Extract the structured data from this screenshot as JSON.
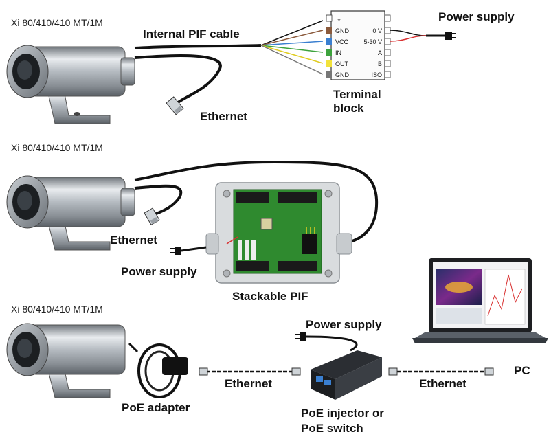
{
  "sections": [
    {
      "model": "Xi 80/410/410 MT/1M",
      "cable": "Internal PIF cable",
      "ethernet": "Ethernet",
      "power": "Power supply",
      "terminal_block": {
        "title_line1": "Terminal",
        "title_line2": "block",
        "left_pins": [
          "GND",
          "VCC",
          "IN",
          "OUT",
          "GND"
        ],
        "right_pins": [
          "0 V",
          "5-30 V",
          "A",
          "B",
          "ISO"
        ]
      }
    },
    {
      "model": "Xi 80/410/410 MT/1M",
      "ethernet": "Ethernet",
      "power": "Power supply",
      "pif": "Stackable PIF"
    },
    {
      "model": "Xi 80/410/410 MT/1M",
      "poe_adapter": "PoE adapter",
      "ethernet_left": "Ethernet",
      "power": "Power supply",
      "injector_line1": "PoE injector or",
      "injector_line2": "PoE switch",
      "ethernet_right": "Ethernet",
      "pc": "PC"
    }
  ],
  "colors": {
    "cable": "#111111",
    "board_green": "#2f8a2f",
    "enclosure": "#d9dcde",
    "pin_brown": "#8b5a3c",
    "pin_blue": "#3a7fd0",
    "pin_green": "#3da33d",
    "pin_yellow": "#f2e23a",
    "pin_grey": "#777777",
    "power_red": "#d93030"
  }
}
